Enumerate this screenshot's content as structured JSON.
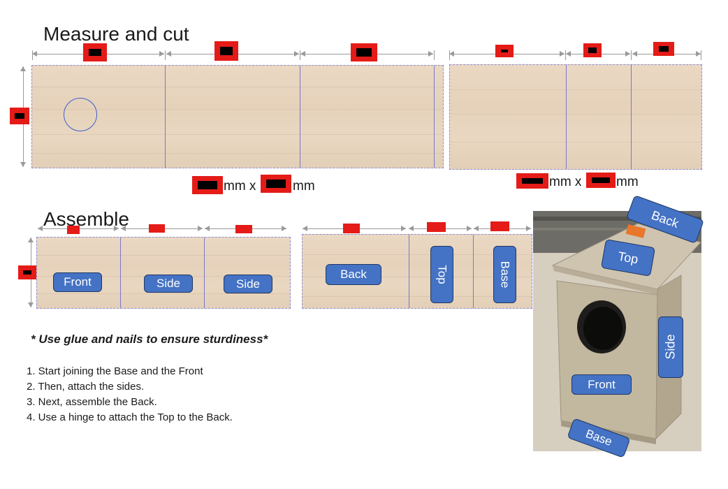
{
  "titles": {
    "measure": "Measure and cut",
    "assemble": "Assemble"
  },
  "dimensions": {
    "top_left": {
      "mm_a": "mm x ",
      "mm_b": "mm"
    },
    "top_right": {
      "mm_a": "mm x ",
      "mm_b": "mm"
    }
  },
  "part_labels": {
    "front": "Front",
    "side_1": "Side",
    "side_2": "Side",
    "back": "Back",
    "top": "Top",
    "base": "Base"
  },
  "photo_labels": {
    "back": "Back",
    "top": "Top",
    "side": "Side",
    "front": "Front",
    "base": "Base"
  },
  "note": "* Use glue and nails to ensure sturdiness*",
  "steps": [
    "1. Start joining the Base and the Front",
    "2. Then, attach the sides.",
    "3. Next, assemble the Back.",
    "4. Use a hinge to attach the Top to the Back."
  ],
  "colors": {
    "label_fill": "#4472c4",
    "redaction": "#e41b17",
    "board": "#e8d5bf",
    "cut_line": "#7a78c9"
  },
  "icons": {
    "entry_hole": "circle-outline"
  }
}
